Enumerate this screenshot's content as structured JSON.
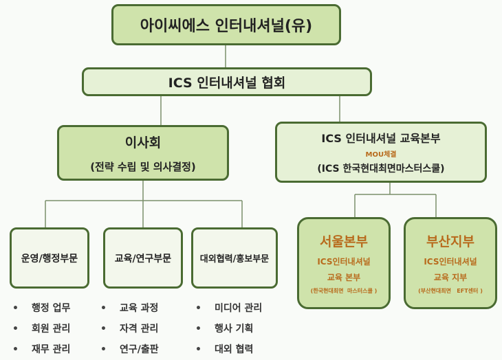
{
  "company": "아이씨에스 인터내셔널(유)",
  "association": "ICS 인터내셔널 협회",
  "board": {
    "title": "이사회",
    "subtitle": "(전략 수립 및 의사결정)"
  },
  "edu_hq": {
    "title": "ICS 인터내셔널 교육본부",
    "mou": "MOU체결",
    "subtitle": "(ICS 한국현대최면마스터스쿨)"
  },
  "departments": [
    {
      "name": "운영/행정부문",
      "items": [
        "행정 업무",
        "회원 관리",
        "재무 관리"
      ]
    },
    {
      "name": "교육/연구부문",
      "items": [
        "교육 과정",
        "자격 관리",
        "연구/출판"
      ]
    },
    {
      "name": "대외협력/홍보부문",
      "items": [
        "미디어 관리",
        "행사 기획",
        "대외 협력"
      ]
    }
  ],
  "branches": [
    {
      "title": "서울본부",
      "line1": "ICS인터내셔널",
      "line2": "교육 본부",
      "note": "(한국현대최면  마스터스쿨 )"
    },
    {
      "title": "부산지부",
      "line1": "ICS인터내셔널",
      "line2": "교육 지부",
      "note": "(부산현대최면   EFT센터 )"
    }
  ]
}
